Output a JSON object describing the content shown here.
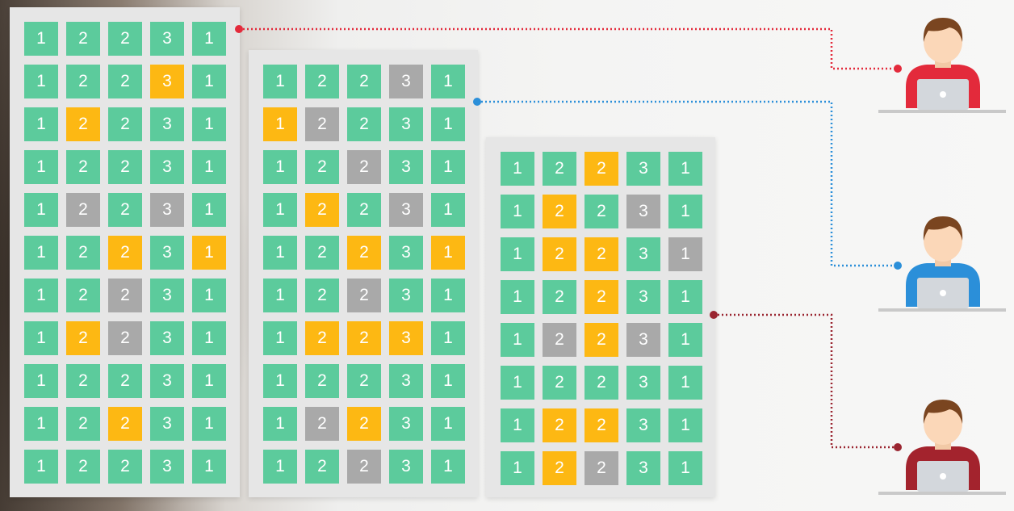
{
  "colors": {
    "green": "#5ccb9c",
    "orange": "#fdb813",
    "gray": "#a9a9a9",
    "panel": "#e6e6e6",
    "link_red": "#e32a3b",
    "link_blue": "#2b8fd9",
    "link_darkred": "#9a2530"
  },
  "grids": [
    {
      "name": "left",
      "rows": [
        [
          {
            "v": "1",
            "c": "green"
          },
          {
            "v": "2",
            "c": "green"
          },
          {
            "v": "2",
            "c": "green"
          },
          {
            "v": "3",
            "c": "green"
          },
          {
            "v": "1",
            "c": "green"
          }
        ],
        [
          {
            "v": "1",
            "c": "green"
          },
          {
            "v": "2",
            "c": "green"
          },
          {
            "v": "2",
            "c": "green"
          },
          {
            "v": "3",
            "c": "orange"
          },
          {
            "v": "1",
            "c": "green"
          }
        ],
        [
          {
            "v": "1",
            "c": "green"
          },
          {
            "v": "2",
            "c": "orange"
          },
          {
            "v": "2",
            "c": "green"
          },
          {
            "v": "3",
            "c": "green"
          },
          {
            "v": "1",
            "c": "green"
          }
        ],
        [
          {
            "v": "1",
            "c": "green"
          },
          {
            "v": "2",
            "c": "green"
          },
          {
            "v": "2",
            "c": "green"
          },
          {
            "v": "3",
            "c": "green"
          },
          {
            "v": "1",
            "c": "green"
          }
        ],
        [
          {
            "v": "1",
            "c": "green"
          },
          {
            "v": "2",
            "c": "gray"
          },
          {
            "v": "2",
            "c": "green"
          },
          {
            "v": "3",
            "c": "gray"
          },
          {
            "v": "1",
            "c": "green"
          }
        ],
        [
          {
            "v": "1",
            "c": "green"
          },
          {
            "v": "2",
            "c": "green"
          },
          {
            "v": "2",
            "c": "orange"
          },
          {
            "v": "3",
            "c": "green"
          },
          {
            "v": "1",
            "c": "orange"
          }
        ],
        [
          {
            "v": "1",
            "c": "green"
          },
          {
            "v": "2",
            "c": "green"
          },
          {
            "v": "2",
            "c": "gray"
          },
          {
            "v": "3",
            "c": "green"
          },
          {
            "v": "1",
            "c": "green"
          }
        ],
        [
          {
            "v": "1",
            "c": "green"
          },
          {
            "v": "2",
            "c": "orange"
          },
          {
            "v": "2",
            "c": "gray"
          },
          {
            "v": "3",
            "c": "green"
          },
          {
            "v": "1",
            "c": "green"
          }
        ],
        [
          {
            "v": "1",
            "c": "green"
          },
          {
            "v": "2",
            "c": "green"
          },
          {
            "v": "2",
            "c": "green"
          },
          {
            "v": "3",
            "c": "green"
          },
          {
            "v": "1",
            "c": "green"
          }
        ],
        [
          {
            "v": "1",
            "c": "green"
          },
          {
            "v": "2",
            "c": "green"
          },
          {
            "v": "2",
            "c": "orange"
          },
          {
            "v": "3",
            "c": "green"
          },
          {
            "v": "1",
            "c": "green"
          }
        ],
        [
          {
            "v": "1",
            "c": "green"
          },
          {
            "v": "2",
            "c": "green"
          },
          {
            "v": "2",
            "c": "green"
          },
          {
            "v": "3",
            "c": "green"
          },
          {
            "v": "1",
            "c": "green"
          }
        ]
      ]
    },
    {
      "name": "middle",
      "rows": [
        [
          {
            "v": "1",
            "c": "green"
          },
          {
            "v": "2",
            "c": "green"
          },
          {
            "v": "2",
            "c": "green"
          },
          {
            "v": "3",
            "c": "gray"
          },
          {
            "v": "1",
            "c": "green"
          }
        ],
        [
          {
            "v": "1",
            "c": "orange"
          },
          {
            "v": "2",
            "c": "gray"
          },
          {
            "v": "2",
            "c": "green"
          },
          {
            "v": "3",
            "c": "green"
          },
          {
            "v": "1",
            "c": "green"
          }
        ],
        [
          {
            "v": "1",
            "c": "green"
          },
          {
            "v": "2",
            "c": "green"
          },
          {
            "v": "2",
            "c": "gray"
          },
          {
            "v": "3",
            "c": "green"
          },
          {
            "v": "1",
            "c": "green"
          }
        ],
        [
          {
            "v": "1",
            "c": "green"
          },
          {
            "v": "2",
            "c": "orange"
          },
          {
            "v": "2",
            "c": "green"
          },
          {
            "v": "3",
            "c": "gray"
          },
          {
            "v": "1",
            "c": "green"
          }
        ],
        [
          {
            "v": "1",
            "c": "green"
          },
          {
            "v": "2",
            "c": "green"
          },
          {
            "v": "2",
            "c": "orange"
          },
          {
            "v": "3",
            "c": "green"
          },
          {
            "v": "1",
            "c": "orange"
          }
        ],
        [
          {
            "v": "1",
            "c": "green"
          },
          {
            "v": "2",
            "c": "green"
          },
          {
            "v": "2",
            "c": "gray"
          },
          {
            "v": "3",
            "c": "green"
          },
          {
            "v": "1",
            "c": "green"
          }
        ],
        [
          {
            "v": "1",
            "c": "green"
          },
          {
            "v": "2",
            "c": "orange"
          },
          {
            "v": "2",
            "c": "orange"
          },
          {
            "v": "3",
            "c": "orange"
          },
          {
            "v": "1",
            "c": "green"
          }
        ],
        [
          {
            "v": "1",
            "c": "green"
          },
          {
            "v": "2",
            "c": "green"
          },
          {
            "v": "2",
            "c": "green"
          },
          {
            "v": "3",
            "c": "green"
          },
          {
            "v": "1",
            "c": "green"
          }
        ],
        [
          {
            "v": "1",
            "c": "green"
          },
          {
            "v": "2",
            "c": "gray"
          },
          {
            "v": "2",
            "c": "orange"
          },
          {
            "v": "3",
            "c": "green"
          },
          {
            "v": "1",
            "c": "green"
          }
        ],
        [
          {
            "v": "1",
            "c": "green"
          },
          {
            "v": "2",
            "c": "green"
          },
          {
            "v": "2",
            "c": "gray"
          },
          {
            "v": "3",
            "c": "green"
          },
          {
            "v": "1",
            "c": "green"
          }
        ]
      ]
    },
    {
      "name": "right",
      "rows": [
        [
          {
            "v": "1",
            "c": "green"
          },
          {
            "v": "2",
            "c": "green"
          },
          {
            "v": "2",
            "c": "orange"
          },
          {
            "v": "3",
            "c": "green"
          },
          {
            "v": "1",
            "c": "green"
          }
        ],
        [
          {
            "v": "1",
            "c": "green"
          },
          {
            "v": "2",
            "c": "orange"
          },
          {
            "v": "2",
            "c": "green"
          },
          {
            "v": "3",
            "c": "gray"
          },
          {
            "v": "1",
            "c": "green"
          }
        ],
        [
          {
            "v": "1",
            "c": "green"
          },
          {
            "v": "2",
            "c": "orange"
          },
          {
            "v": "2",
            "c": "orange"
          },
          {
            "v": "3",
            "c": "green"
          },
          {
            "v": "1",
            "c": "gray"
          }
        ],
        [
          {
            "v": "1",
            "c": "green"
          },
          {
            "v": "2",
            "c": "green"
          },
          {
            "v": "2",
            "c": "orange"
          },
          {
            "v": "3",
            "c": "green"
          },
          {
            "v": "1",
            "c": "green"
          }
        ],
        [
          {
            "v": "1",
            "c": "green"
          },
          {
            "v": "2",
            "c": "gray"
          },
          {
            "v": "2",
            "c": "orange"
          },
          {
            "v": "3",
            "c": "gray"
          },
          {
            "v": "1",
            "c": "green"
          }
        ],
        [
          {
            "v": "1",
            "c": "green"
          },
          {
            "v": "2",
            "c": "green"
          },
          {
            "v": "2",
            "c": "green"
          },
          {
            "v": "3",
            "c": "green"
          },
          {
            "v": "1",
            "c": "green"
          }
        ],
        [
          {
            "v": "1",
            "c": "green"
          },
          {
            "v": "2",
            "c": "orange"
          },
          {
            "v": "2",
            "c": "orange"
          },
          {
            "v": "3",
            "c": "green"
          },
          {
            "v": "1",
            "c": "green"
          }
        ],
        [
          {
            "v": "1",
            "c": "green"
          },
          {
            "v": "2",
            "c": "orange"
          },
          {
            "v": "2",
            "c": "gray"
          },
          {
            "v": "3",
            "c": "green"
          },
          {
            "v": "1",
            "c": "green"
          }
        ]
      ]
    }
  ],
  "users": [
    {
      "name": "user-red",
      "shirt": "#e32a3b"
    },
    {
      "name": "user-blue",
      "shirt": "#2b8fd9"
    },
    {
      "name": "user-darkred",
      "shirt": "#a3232d"
    }
  ]
}
